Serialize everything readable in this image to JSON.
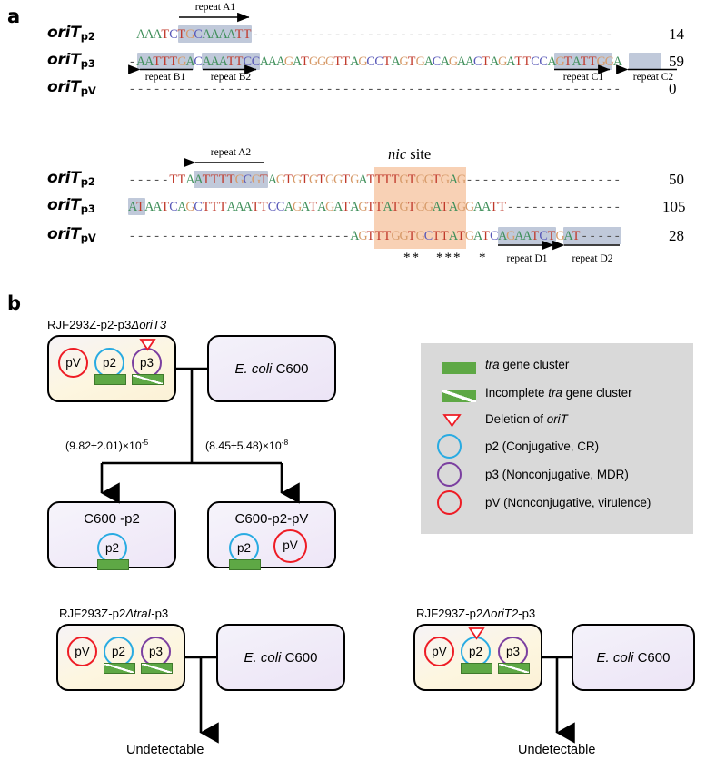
{
  "panels": {
    "a_letter": "a",
    "b_letter": "b"
  },
  "panel_a": {
    "row_labels": [
      {
        "main": "oriT",
        "sub": "p2"
      },
      {
        "main": "oriT",
        "sub": "p3"
      },
      {
        "main": "oriT",
        "sub": "pV"
      }
    ],
    "block1": {
      "rows": [
        {
          "name": "oriT-p2",
          "sequence": "AAATCTGCAAAATT--------------------------------------------",
          "count": "14"
        },
        {
          "name": "oriT-p3",
          "sequence": "-AATTTGACAAATTCCAAAGATGGGTTAGCCTAGTGACAGAACTAGATTCCAGTATTGGA",
          "count": "59"
        },
        {
          "name": "oriT-pV",
          "sequence": "------------------------------------------------------------",
          "count": "0"
        }
      ],
      "repeats": [
        {
          "label": "repeat A1",
          "dir": "right"
        },
        {
          "label": "repeat B1",
          "dir": "left"
        },
        {
          "label": "repeat B2",
          "dir": "right"
        },
        {
          "label": "repeat C1",
          "dir": "right"
        },
        {
          "label": "repeat C2",
          "dir": "left"
        }
      ]
    },
    "block2": {
      "nic_title_italic": "nic",
      "nic_title_rest": " site",
      "rows": [
        {
          "name": "oriT-p2",
          "sequence": "-----TTAATTTTGCGTAGTGTGTGGTGATTTTGTGGTGAG-------------------",
          "count": "50"
        },
        {
          "name": "oriT-p3",
          "sequence": "ATAATCAGCTTTAAATTCCAGATAGATAGTTATGTGGATAGGAATT--------------",
          "count": "105"
        },
        {
          "name": "oriT-pV",
          "sequence": "---------------------------AGTTTGGTGCTTATGATCAGAATCTGAT-----",
          "count": "28"
        }
      ],
      "repeats": [
        {
          "label": "repeat A2",
          "dir": "left"
        },
        {
          "label": "repeat D1",
          "dir": "right"
        },
        {
          "label": "repeat D2",
          "dir": "left"
        }
      ],
      "conservation_marks": [
        "*",
        "*",
        "*",
        "*",
        "*",
        "*"
      ]
    },
    "base_colors": {
      "A": "#3f8f5a",
      "T": "#c0392b",
      "G": "#d79b6a",
      "C": "#5858b8",
      "dash": "#555555"
    }
  },
  "panel_b": {
    "experiments": [
      {
        "id": "exp-main",
        "donor_title_prefix": "RJF293Z-p2-p3",
        "donor_title_italic": "ΔoriT3",
        "donor_title_suffix": "",
        "donor_plasmids": [
          {
            "name": "pV",
            "color": "#ee1c25",
            "tra": "none",
            "deletion": false
          },
          {
            "name": "p2",
            "color": "#29abe2",
            "tra": "full",
            "deletion": false
          },
          {
            "name": "p3",
            "color": "#7b3fa0",
            "tra": "incomplete",
            "deletion": true
          }
        ],
        "recipient_italic": "E. coli",
        "recipient_rest": " C600",
        "outcomes": [
          {
            "rate_text": "(9.82±2.01)×10",
            "rate_exp": "-5",
            "box_label": "C600 -p2",
            "plasmids": [
              {
                "name": "p2",
                "color": "#29abe2",
                "tra": "full",
                "deletion": false
              }
            ]
          },
          {
            "rate_text": "(8.45±5.48)×10",
            "rate_exp": "-8",
            "box_label": "C600-p2-pV",
            "plasmids": [
              {
                "name": "p2",
                "color": "#29abe2",
                "tra": "full",
                "deletion": false
              },
              {
                "name": "pV",
                "color": "#ee1c25",
                "tra": "none",
                "deletion": false
              }
            ]
          }
        ]
      },
      {
        "id": "exp-traI",
        "donor_title_prefix": "RJF293Z-p2",
        "donor_title_italic": "ΔtraI",
        "donor_title_suffix": "-p3",
        "donor_plasmids": [
          {
            "name": "pV",
            "color": "#ee1c25",
            "tra": "none",
            "deletion": false
          },
          {
            "name": "p2",
            "color": "#29abe2",
            "tra": "incomplete",
            "deletion": false
          },
          {
            "name": "p3",
            "color": "#7b3fa0",
            "tra": "incomplete",
            "deletion": false
          }
        ],
        "recipient_italic": "E. coli",
        "recipient_rest": "  C600",
        "result": "Undetectable"
      },
      {
        "id": "exp-oriT2",
        "donor_title_prefix": "RJF293Z-p2",
        "donor_title_italic": "ΔoriT2",
        "donor_title_suffix": "-p3",
        "donor_plasmids": [
          {
            "name": "pV",
            "color": "#ee1c25",
            "tra": "none",
            "deletion": false
          },
          {
            "name": "p2",
            "color": "#29abe2",
            "tra": "full",
            "deletion": true
          },
          {
            "name": "p3",
            "color": "#7b3fa0",
            "tra": "incomplete",
            "deletion": false
          }
        ],
        "recipient_italic": "E. coli",
        "recipient_rest": "  C600",
        "result": "Undetectable"
      }
    ],
    "legend": {
      "items": [
        {
          "glyph": "bar-full",
          "text_pre": "",
          "text_italic": "tra",
          "text_post": " gene cluster"
        },
        {
          "glyph": "bar-inc",
          "text_pre": "Incomplete ",
          "text_italic": "tra",
          "text_post": " gene cluster"
        },
        {
          "glyph": "triangle",
          "text_pre": "Deletion of ",
          "text_italic": "oriT",
          "text_post": ""
        },
        {
          "glyph": "circle-blue",
          "text_pre": "p2 (Conjugative, CR)",
          "text_italic": "",
          "text_post": ""
        },
        {
          "glyph": "circle-purple",
          "text_pre": "p3 (Nonconjugative, MDR)",
          "text_italic": "",
          "text_post": ""
        },
        {
          "glyph": "circle-red",
          "text_pre": "pV (Nonconjugative, virulence)",
          "text_italic": "",
          "text_post": ""
        }
      ],
      "colors": {
        "blue": "#29abe2",
        "purple": "#7b3fa0",
        "red": "#ee1c25",
        "green": "#5ea845",
        "bg": "#d9d9d9"
      }
    }
  }
}
